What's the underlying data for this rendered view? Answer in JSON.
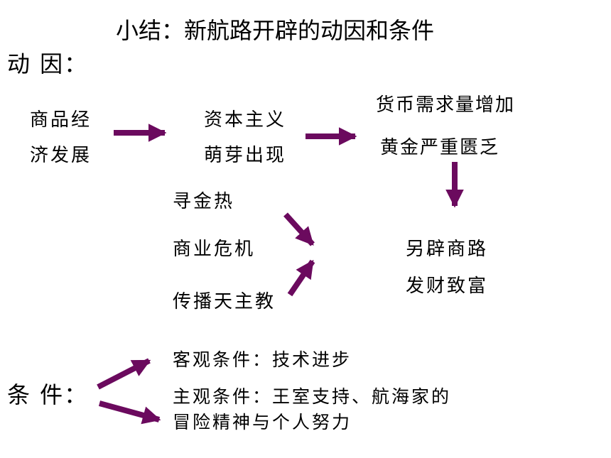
{
  "title": "小结：新航路开辟的动因和条件",
  "motives_label": "动 因：",
  "conditions_label": "条 件：",
  "nodes": {
    "commodity_line1": "商品经",
    "commodity_line2": "济发展",
    "capitalism_line1": "资本主义",
    "capitalism_line2": "萌芽出现",
    "currency_line1": "货币需求量增加",
    "currency_line2": "黄金严重匮乏",
    "gold_rush": "寻金热",
    "commercial_crisis": "商业危机",
    "spread_catholicism": "传播天主教",
    "result_line1": "另辟商路",
    "result_line2": "发财致富"
  },
  "conditions": {
    "objective": "客观条件：技术进步",
    "subjective_line1": "主观条件：王室支持、航海家的",
    "subjective_line2": "冒险精神与个人努力"
  },
  "colors": {
    "arrow": "#6b0a5e",
    "text": "#000000"
  }
}
